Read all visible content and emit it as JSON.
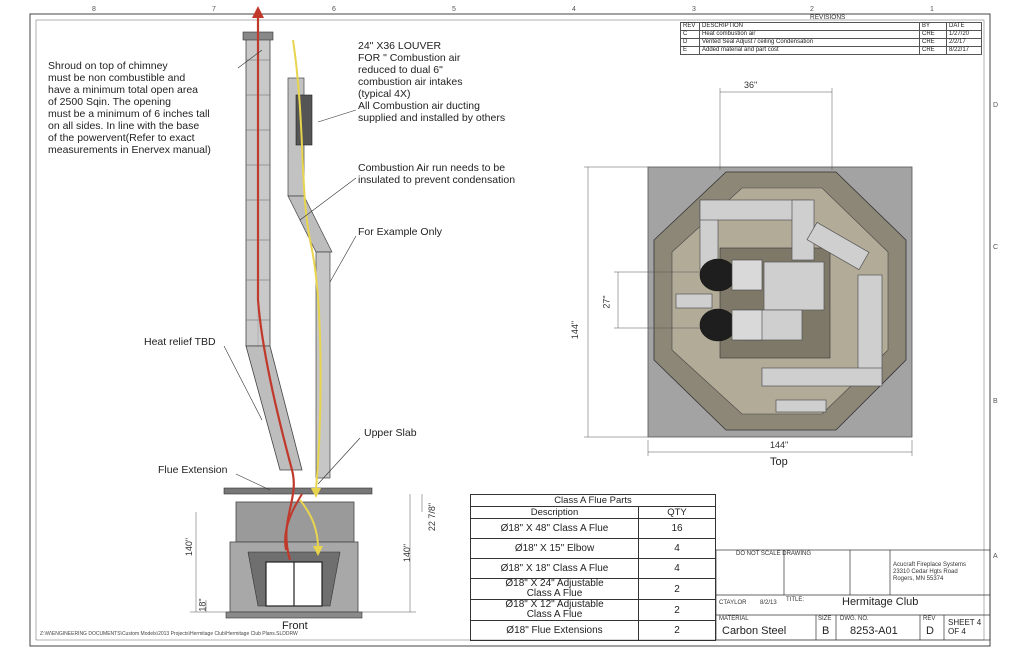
{
  "notes": {
    "shroud": "Shroud on top of chimney\nmust be non combustible and\nhave a minimum total open area\nof 2500 Sqin. The opening\nmust be a minimum of 6 inches tall\non all sides. In line with the base\nof the powervent(Refer to exact\nmeasurements in Enervex manual)",
    "louver": "24\" X36 LOUVER\nFOR \" Combustion air\nreduced to dual 6\"\ncombustion air intakes\n(typical 4X)\nAll Combustion air ducting\nsupplied and installed by others",
    "insulate": "Combustion Air run needs to be\ninsulated to prevent condensation",
    "example": "For Example Only",
    "heat_relief": "Heat relief TBD",
    "upper_slab": "Upper Slab",
    "flue_extension": "Flue Extension"
  },
  "elevation": {
    "dim_left": "140\"",
    "dim_right": "140\"",
    "dim_small": "18\"",
    "dim_slab": "22 7/8\"",
    "view_label": "Front"
  },
  "plan": {
    "dim_top": "36\"",
    "dim_left": "144\"",
    "dim_inner": "27\"",
    "dim_bottom": "144\"",
    "view_label": "Top"
  },
  "revisions": {
    "title": "REVISIONS",
    "headers": [
      "REV",
      "DESCRIPTION",
      "BY",
      "DATE"
    ],
    "rows": [
      [
        "C",
        "Heat combustion air",
        "CRE",
        "1/27/20"
      ],
      [
        "D",
        "Vented Seal Adjust / ceiling Condensation",
        "CRE",
        "2/2/17"
      ],
      [
        "E",
        "Added material and part cost",
        "CRE",
        "8/22/17"
      ]
    ]
  },
  "parts_table": {
    "title": "Class A Flue Parts",
    "col_description": "Description",
    "col_qty": "QTY",
    "rows": [
      {
        "desc": "Ø18\" X 48\" Class A Flue",
        "qty": "16"
      },
      {
        "desc": "Ø18\" X 15\" Elbow",
        "qty": "4"
      },
      {
        "desc": "Ø18\" X 18\" Class A Flue",
        "qty": "4"
      },
      {
        "desc": "Ø18\" X 24\" Adjustable\nClass A Flue",
        "qty": "2"
      },
      {
        "desc": "Ø18\" X 12\" Adjustable\nClass A Flue",
        "qty": "2"
      },
      {
        "desc": "Ø18\" Flue Extensions",
        "qty": "2"
      }
    ]
  },
  "title_block": {
    "do_not_scale": "DO NOT SCALE DRAWING",
    "company": "Acucraft Fireplace Systems\n23310 Cedar Hgts Road\nRogers, MN 55374",
    "title_label": "TITLE:",
    "title": "Hermitage Club",
    "material_label": "MATERIAL",
    "material": "Carbon Steel",
    "size_label": "SIZE",
    "size": "B",
    "dwg_label": "DWG. NO.",
    "dwg_no": "8253-A01",
    "rev_label": "REV",
    "rev": "D",
    "sheet": "SHEET 4\nOF 4",
    "drawn_by": "CTAYLOR",
    "date": "8/2/13"
  },
  "footer_path": "Z:\\W\\ENGINEERING DOCUMENTS\\Custom Models\\2013 Projects\\Hermitage Club\\Hermitage Club Plans.SLDDRW",
  "grid_top": [
    "8",
    "7",
    "6",
    "5",
    "4",
    "3",
    "2",
    "1"
  ],
  "grid_side": [
    "D",
    "C",
    "B",
    "A"
  ]
}
